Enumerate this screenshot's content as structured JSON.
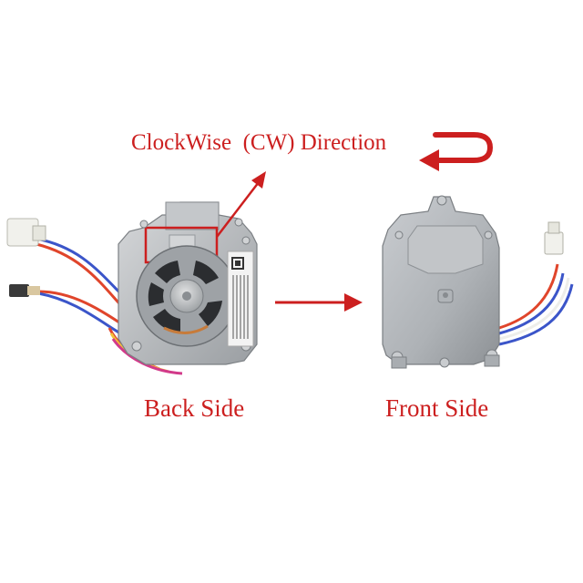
{
  "title": "ClockWise  (CW) Direction",
  "back_label": "Back Side",
  "front_label": "Front Side",
  "colors": {
    "annotation": "#cc1f1f",
    "metal": "#b9bcc0",
    "metal_dark": "#8f9397",
    "wire_red": "#e0452b",
    "wire_blue": "#3b55c9",
    "wire_white": "#eeeeea"
  }
}
